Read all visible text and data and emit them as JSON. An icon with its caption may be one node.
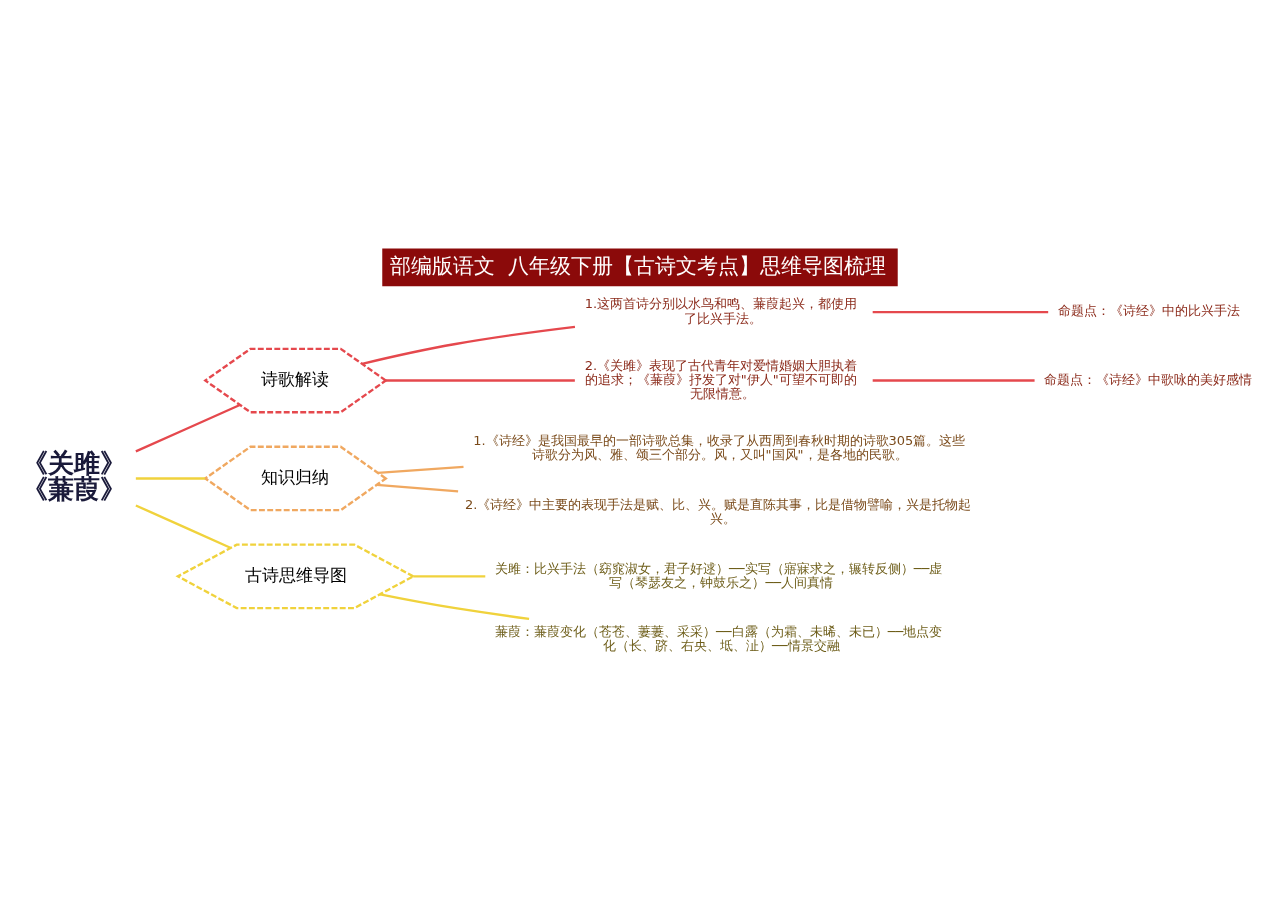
{
  "diagram": {
    "title": "部编版语文  八年级下册【古诗文考点】思维导图梳理",
    "nodes": [
      {
        "text": [
          "《关雎》《蒹葭》"
        ]
      },
      {
        "text": [
          "诗歌解读"
        ]
      },
      {
        "text": [
          "1.这两首诗分别以水鸟和鸣、蒹葭起兴，都使用了比兴手法。"
        ]
      },
      {
        "text": [
          "2.《关雎》表现了古代青年对爱情婚姻大胆执着的追求；《蒹葭》抒发了对\"伊人\"可望不可即的无限情意。"
        ]
      },
      {
        "text": [
          "命题点：《诗经》中的比兴手法"
        ]
      },
      {
        "text": [
          "命题点：《诗经》中歌咏的美好感情"
        ]
      },
      {
        "text": [
          "知识归纳"
        ]
      },
      {
        "text": [
          "1.《诗经》是我国最早的一部诗歌总集，收录了从西周到春秋时期的诗歌305篇。这些诗歌分为风、雅、颂三个部分。风，又叫\"国风\"，是各地的民歌。"
        ]
      },
      {
        "text": [
          "2.《诗经》中主要的表现手法是赋、比、兴。赋是直陈其事，比是借物譬喻，兴是托物起兴。"
        ]
      },
      {
        "text": [
          "古诗思维导图"
        ]
      },
      {
        "text": [
          "关雎：比兴手法（窈窕淑女，君子好逑）──实写（寤寐求之，辗转反侧）──虚写（琴瑟友之，钟鼓乐之）──人间真情"
        ]
      },
      {
        "text": [
          "蒹葭：蒹葭变化（苍苍、萋萋、采采）──白露（为霜、未晞、未已）──地点变化（长、跻、右央、坻、沚）──情景交融"
        ]
      }
    ],
    "edges": [
      {
        "from": 0,
        "to": 1,
        "arrow": "none",
        "color": "#e5484d"
      },
      {
        "from": 0,
        "to": 6,
        "arrow": "none",
        "color": "#f0d23c"
      },
      {
        "from": 0,
        "to": 9,
        "arrow": "none",
        "color": "#f0d23c"
      },
      {
        "from": 1,
        "to": 2,
        "arrow": "none",
        "color": "#e5484d"
      },
      {
        "from": 1,
        "to": 3,
        "arrow": "none",
        "color": "#e5484d"
      },
      {
        "from": 2,
        "to": 4,
        "arrow": "none",
        "color": "#e5484d"
      },
      {
        "from": 3,
        "to": 5,
        "arrow": "none",
        "color": "#e5484d"
      },
      {
        "from": 6,
        "to": 7,
        "arrow": "none",
        "color": "#f0a860"
      },
      {
        "from": 6,
        "to": 8,
        "arrow": "none",
        "color": "#f0a860"
      },
      {
        "from": 9,
        "to": 10,
        "arrow": "none",
        "color": "#f0d23c"
      },
      {
        "from": 9,
        "to": 11,
        "arrow": "none",
        "color": "#f0d23c"
      }
    ]
  }
}
